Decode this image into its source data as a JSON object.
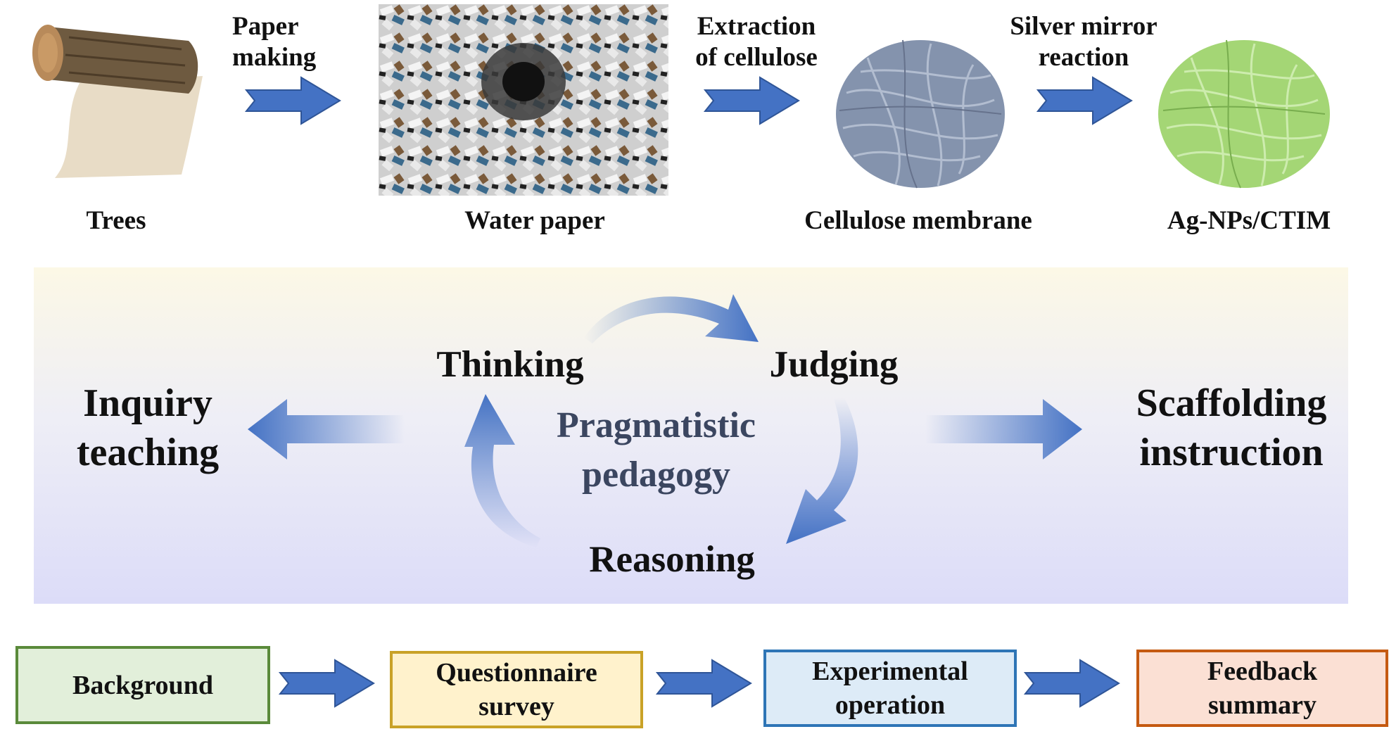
{
  "process": {
    "stages": [
      "Trees",
      "Water paper",
      "Cellulose membrane",
      "Ag-NPs/CTIM"
    ],
    "steps": [
      {
        "line1": "Paper",
        "line2": "making"
      },
      {
        "line1": "Extraction",
        "line2": "of cellulose"
      },
      {
        "line1": "Silver mirror",
        "line2": "reaction"
      }
    ]
  },
  "pedagogy": {
    "left_line1": "Inquiry",
    "left_line2": "teaching",
    "right_line1": "Scaffolding",
    "right_line2": "instruction",
    "center_line1": "Pragmatistic",
    "center_line2": "pedagogy",
    "cycle": [
      "Thinking",
      "Judging",
      "Reasoning"
    ]
  },
  "flow": [
    {
      "line1": "Background",
      "line2": "",
      "border": "#5a8a3a",
      "fill": "#e2efda"
    },
    {
      "line1": "Questionnaire",
      "line2": "survey",
      "border": "#c9a227",
      "fill": "#fff2cc"
    },
    {
      "line1": "Experimental",
      "line2": "operation",
      "border": "#2e75b6",
      "fill": "#ddebf7"
    },
    {
      "line1": "Feedback",
      "line2": "summary",
      "border": "#c55a11",
      "fill": "#fbe0d4"
    }
  ],
  "colors": {
    "arrow": "#4472c4",
    "arrow_edge": "#2f5597",
    "membrane": "#8493ad",
    "coated": "#a4d675"
  }
}
